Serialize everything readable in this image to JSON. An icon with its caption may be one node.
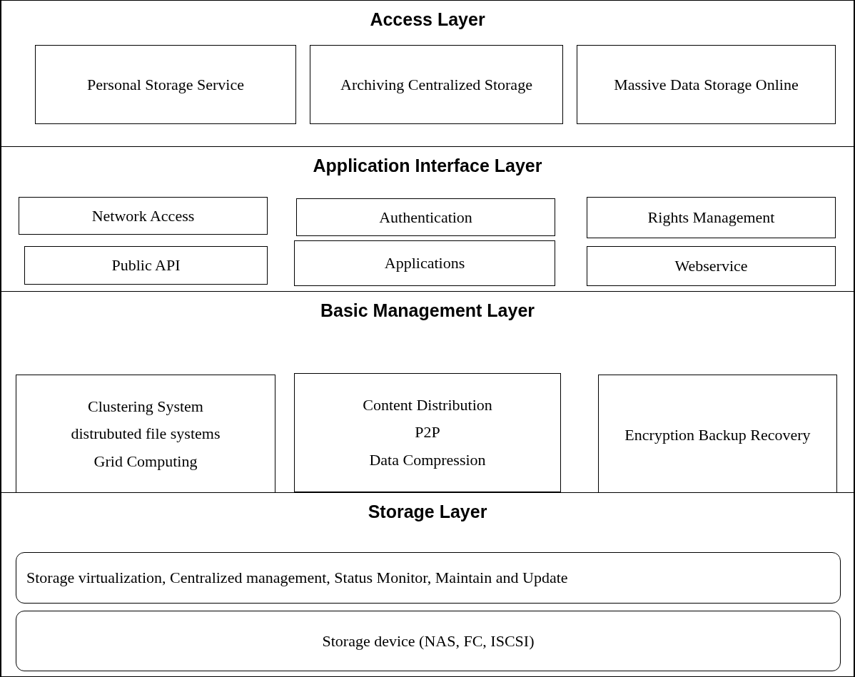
{
  "diagram": {
    "nodes": [
      {
        "text": [
          "Access Layer"
        ]
      },
      {
        "text": [
          "Personal Storage Service"
        ],
        "in": 0
      },
      {
        "text": [
          "Archiving Centralized Storage"
        ],
        "in": 0
      },
      {
        "text": [
          "Massive Data Storage Online"
        ],
        "in": 0
      },
      {
        "text": [
          "Application Interface Layer"
        ]
      },
      {
        "text": [
          "Network Access"
        ],
        "in": 4
      },
      {
        "text": [
          "Authentication"
        ],
        "in": 4
      },
      {
        "text": [
          "Rights Management"
        ],
        "in": 4
      },
      {
        "text": [
          "Public API"
        ],
        "in": 4
      },
      {
        "text": [
          "Applications"
        ],
        "in": 4
      },
      {
        "text": [
          "Webservice"
        ],
        "in": 4
      },
      {
        "text": [
          "Basic Management Layer"
        ]
      },
      {
        "text": [
          "Clustering System",
          "distrubuted file systems",
          "Grid Computing"
        ],
        "in": 11
      },
      {
        "text": [
          "Content Distribution",
          "P2P",
          "Data Compression"
        ],
        "in": 11
      },
      {
        "text": [
          "Encryption Backup Recovery"
        ],
        "in": 11
      },
      {
        "text": [
          "Storage Layer"
        ]
      },
      {
        "text": [
          "Storage virtualization, Centralized management, Status Monitor, Maintain and Update"
        ],
        "in": 15
      },
      {
        "text": [
          "Storage device (NAS, FC, ISCSI)"
        ],
        "in": 15
      }
    ]
  }
}
